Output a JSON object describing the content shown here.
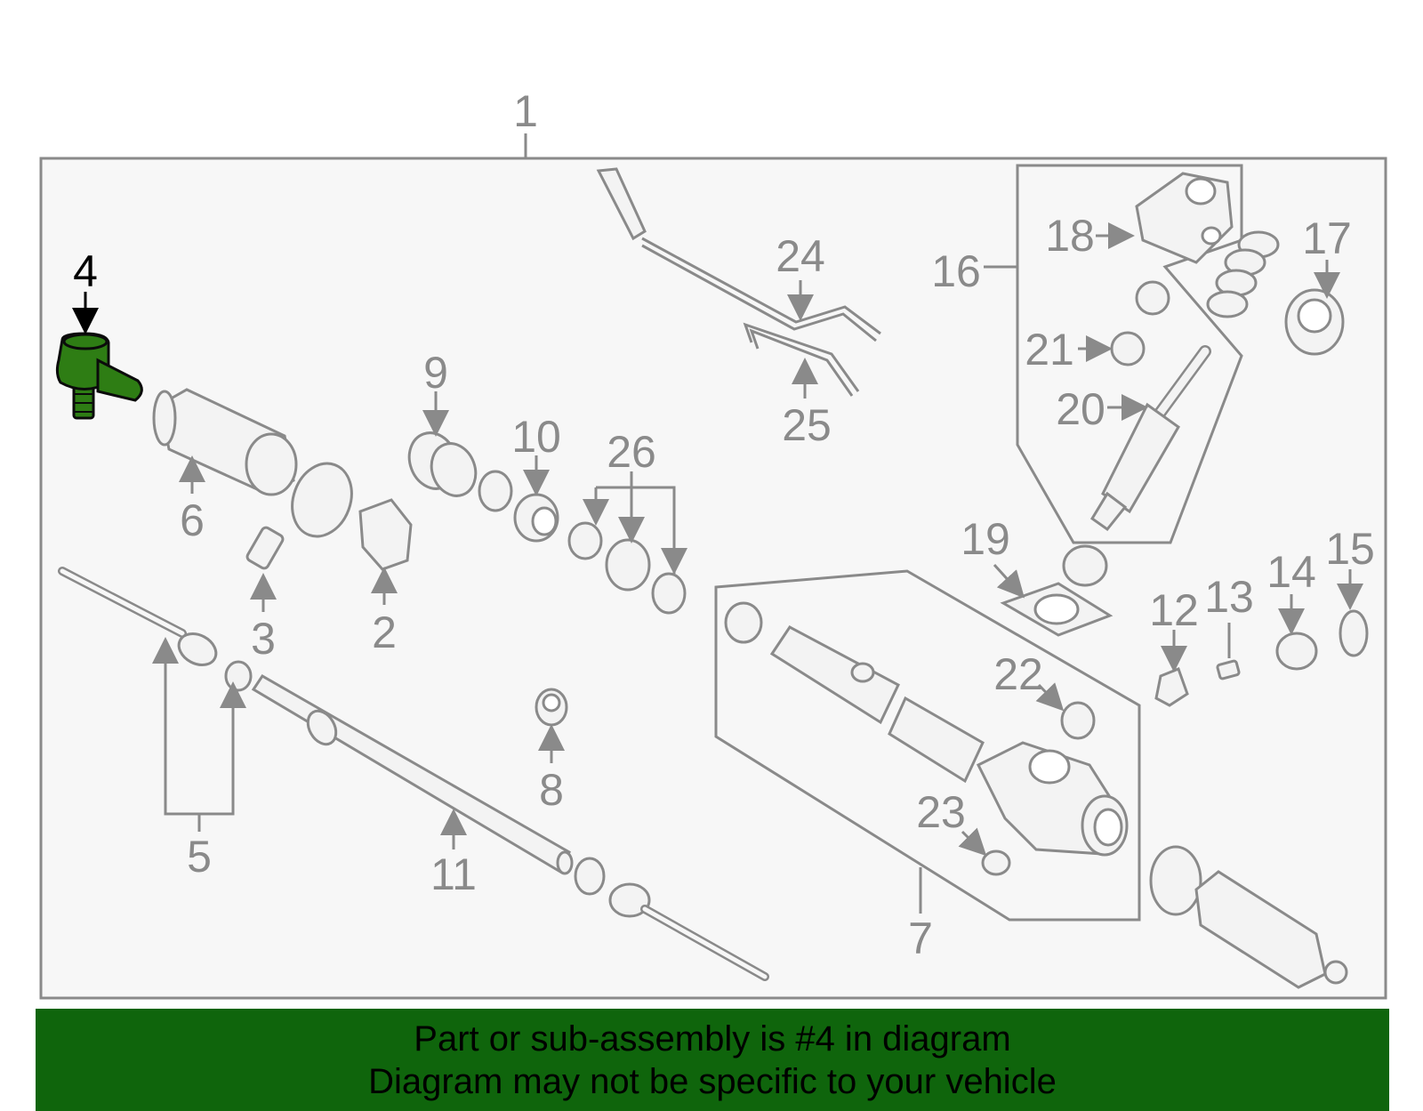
{
  "diagram": {
    "labels": {
      "l1": "1",
      "l2": "2",
      "l3": "3",
      "l4": "4",
      "l5": "5",
      "l6": "6",
      "l7": "7",
      "l8": "8",
      "l9": "9",
      "l10": "10",
      "l11": "11",
      "l12": "12",
      "l13": "13",
      "l14": "14",
      "l15": "15",
      "l16": "16",
      "l17": "17",
      "l18": "18",
      "l19": "19",
      "l20": "20",
      "l21": "21",
      "l22": "22",
      "l23": "23",
      "l24": "24",
      "l25": "25",
      "l26": "26"
    },
    "highlight_part": "4",
    "colors": {
      "highlight_fill": "#2e7d14",
      "line": "#8a8a8a",
      "panel_bg": "#f7f7f7"
    }
  },
  "banner": {
    "line1": "Part or sub-assembly is #4 in diagram",
    "line2": "Diagram may not be specific to your vehicle",
    "background": "#0f650c"
  }
}
